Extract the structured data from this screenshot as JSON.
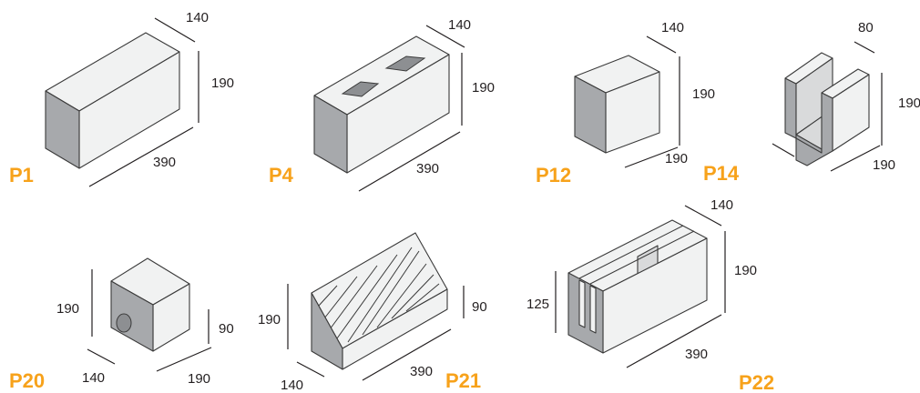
{
  "colors": {
    "code": "#f7a21b",
    "text": "#231f20"
  },
  "blocks": {
    "p1": {
      "code": "P1",
      "length": "390",
      "width": "140",
      "height": "190"
    },
    "p4": {
      "code": "P4",
      "length": "390",
      "width": "140",
      "height": "190"
    },
    "p12": {
      "code": "P12",
      "length": "190",
      "width": "140",
      "height": "190"
    },
    "p14": {
      "code": "P14",
      "length": "190",
      "width": "80",
      "height": "190"
    },
    "p20": {
      "code": "P20",
      "width": "140",
      "length": "190",
      "height": "190",
      "side_height": "90"
    },
    "p21": {
      "code": "P21",
      "width": "140",
      "length": "390",
      "height": "190",
      "side_height": "90"
    },
    "p22": {
      "code": "P22",
      "width": "140",
      "length": "390",
      "height": "190",
      "inner_height": "125"
    }
  }
}
